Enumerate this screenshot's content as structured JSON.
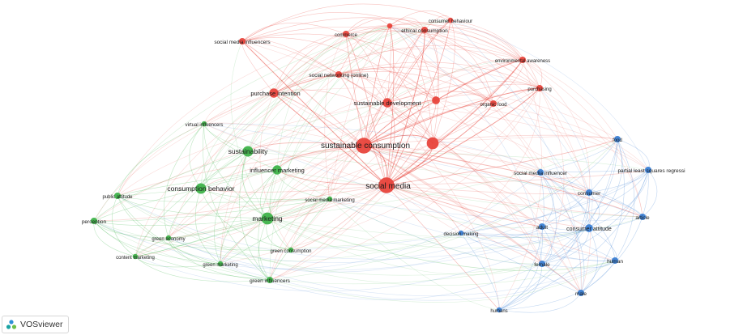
{
  "app": {
    "brand_label": "VOSviewer"
  },
  "colors": {
    "cluster_1": "#e8453c",
    "cluster_2": "#3fb34a",
    "cluster_3": "#3b7fd4",
    "brand_teal": "#1aa3a3"
  },
  "network": {
    "nodes": [
      {
        "id": "social_media",
        "label": "social media",
        "cluster": 1,
        "weight": 10
      },
      {
        "id": "sustainable_consumption",
        "label": "sustainable consumption",
        "cluster": 1,
        "weight": 10
      },
      {
        "id": "sustainable_development",
        "label": "sustainable development",
        "cluster": 1,
        "weight": 5
      },
      {
        "id": "purchase_intention",
        "label": "purchase intention",
        "cluster": 1,
        "weight": 5
      },
      {
        "id": "social_media_influencers",
        "label": "social media influencers",
        "cluster": 1,
        "weight": 3
      },
      {
        "id": "commerce",
        "label": "commerce",
        "cluster": 1,
        "weight": 3
      },
      {
        "id": "ethical_consumption",
        "label": "ethical consumption",
        "cluster": 1,
        "weight": 3
      },
      {
        "id": "consumer_behaviour",
        "label": "consumer behaviour",
        "cluster": 1,
        "weight": 2
      },
      {
        "id": "social_networking_online",
        "label": "social networking (online)",
        "cluster": 1,
        "weight": 3
      },
      {
        "id": "environmental_awareness",
        "label": "environmental awareness",
        "cluster": 1,
        "weight": 3
      },
      {
        "id": "purchasing",
        "label": "purchasing",
        "cluster": 1,
        "weight": 3
      },
      {
        "id": "organic_food",
        "label": "organic food",
        "cluster": 1,
        "weight": 3
      },
      {
        "id": "red_unlabeled_a",
        "label": "",
        "cluster": 1,
        "weight": 4
      },
      {
        "id": "red_unlabeled_b",
        "label": "",
        "cluster": 1,
        "weight": 7
      },
      {
        "id": "red_unlabeled_c",
        "label": "",
        "cluster": 1,
        "weight": 2
      },
      {
        "id": "sustainability",
        "label": "sustainability",
        "cluster": 2,
        "weight": 6
      },
      {
        "id": "consumption_behavior",
        "label": "consumption behavior",
        "cluster": 2,
        "weight": 6
      },
      {
        "id": "marketing",
        "label": "marketing",
        "cluster": 2,
        "weight": 7
      },
      {
        "id": "influencer_marketing",
        "label": "influencer marketing",
        "cluster": 2,
        "weight": 5
      },
      {
        "id": "virtual_influencers",
        "label": "virtual influencers",
        "cluster": 2,
        "weight": 2
      },
      {
        "id": "public_attitude",
        "label": "public attitude",
        "cluster": 2,
        "weight": 3
      },
      {
        "id": "perception",
        "label": "perception",
        "cluster": 2,
        "weight": 3
      },
      {
        "id": "green_economy",
        "label": "green economy",
        "cluster": 2,
        "weight": 2
      },
      {
        "id": "content_marketing",
        "label": "content marketing",
        "cluster": 2,
        "weight": 2
      },
      {
        "id": "green_marketing",
        "label": "green marketing",
        "cluster": 2,
        "weight": 2
      },
      {
        "id": "green_consumption",
        "label": "green consumption",
        "cluster": 2,
        "weight": 2
      },
      {
        "id": "green_influencers",
        "label": "green influencers",
        "cluster": 2,
        "weight": 3
      },
      {
        "id": "social_media_marketing",
        "label": "social media marketing",
        "cluster": 2,
        "weight": 2
      },
      {
        "id": "food",
        "label": "food",
        "cluster": 3,
        "weight": 3
      },
      {
        "id": "social_media_influencer",
        "label": "social media influencer",
        "cluster": 3,
        "weight": 3
      },
      {
        "id": "partial_least_squares",
        "label": "partial least squares regressi",
        "cluster": 3,
        "weight": 3
      },
      {
        "id": "consumer",
        "label": "consumer",
        "cluster": 3,
        "weight": 3
      },
      {
        "id": "article",
        "label": "article",
        "cluster": 3,
        "weight": 3
      },
      {
        "id": "adult",
        "label": "adult",
        "cluster": 3,
        "weight": 3
      },
      {
        "id": "consumer_attitude",
        "label": "consumer attitude",
        "cluster": 3,
        "weight": 4
      },
      {
        "id": "decision_making",
        "label": "decision making",
        "cluster": 3,
        "weight": 2
      },
      {
        "id": "female",
        "label": "female",
        "cluster": 3,
        "weight": 3
      },
      {
        "id": "human",
        "label": "human",
        "cluster": 3,
        "weight": 3
      },
      {
        "id": "male",
        "label": "male",
        "cluster": 3,
        "weight": 3
      },
      {
        "id": "humans",
        "label": "humans",
        "cluster": 3,
        "weight": 2
      }
    ]
  }
}
